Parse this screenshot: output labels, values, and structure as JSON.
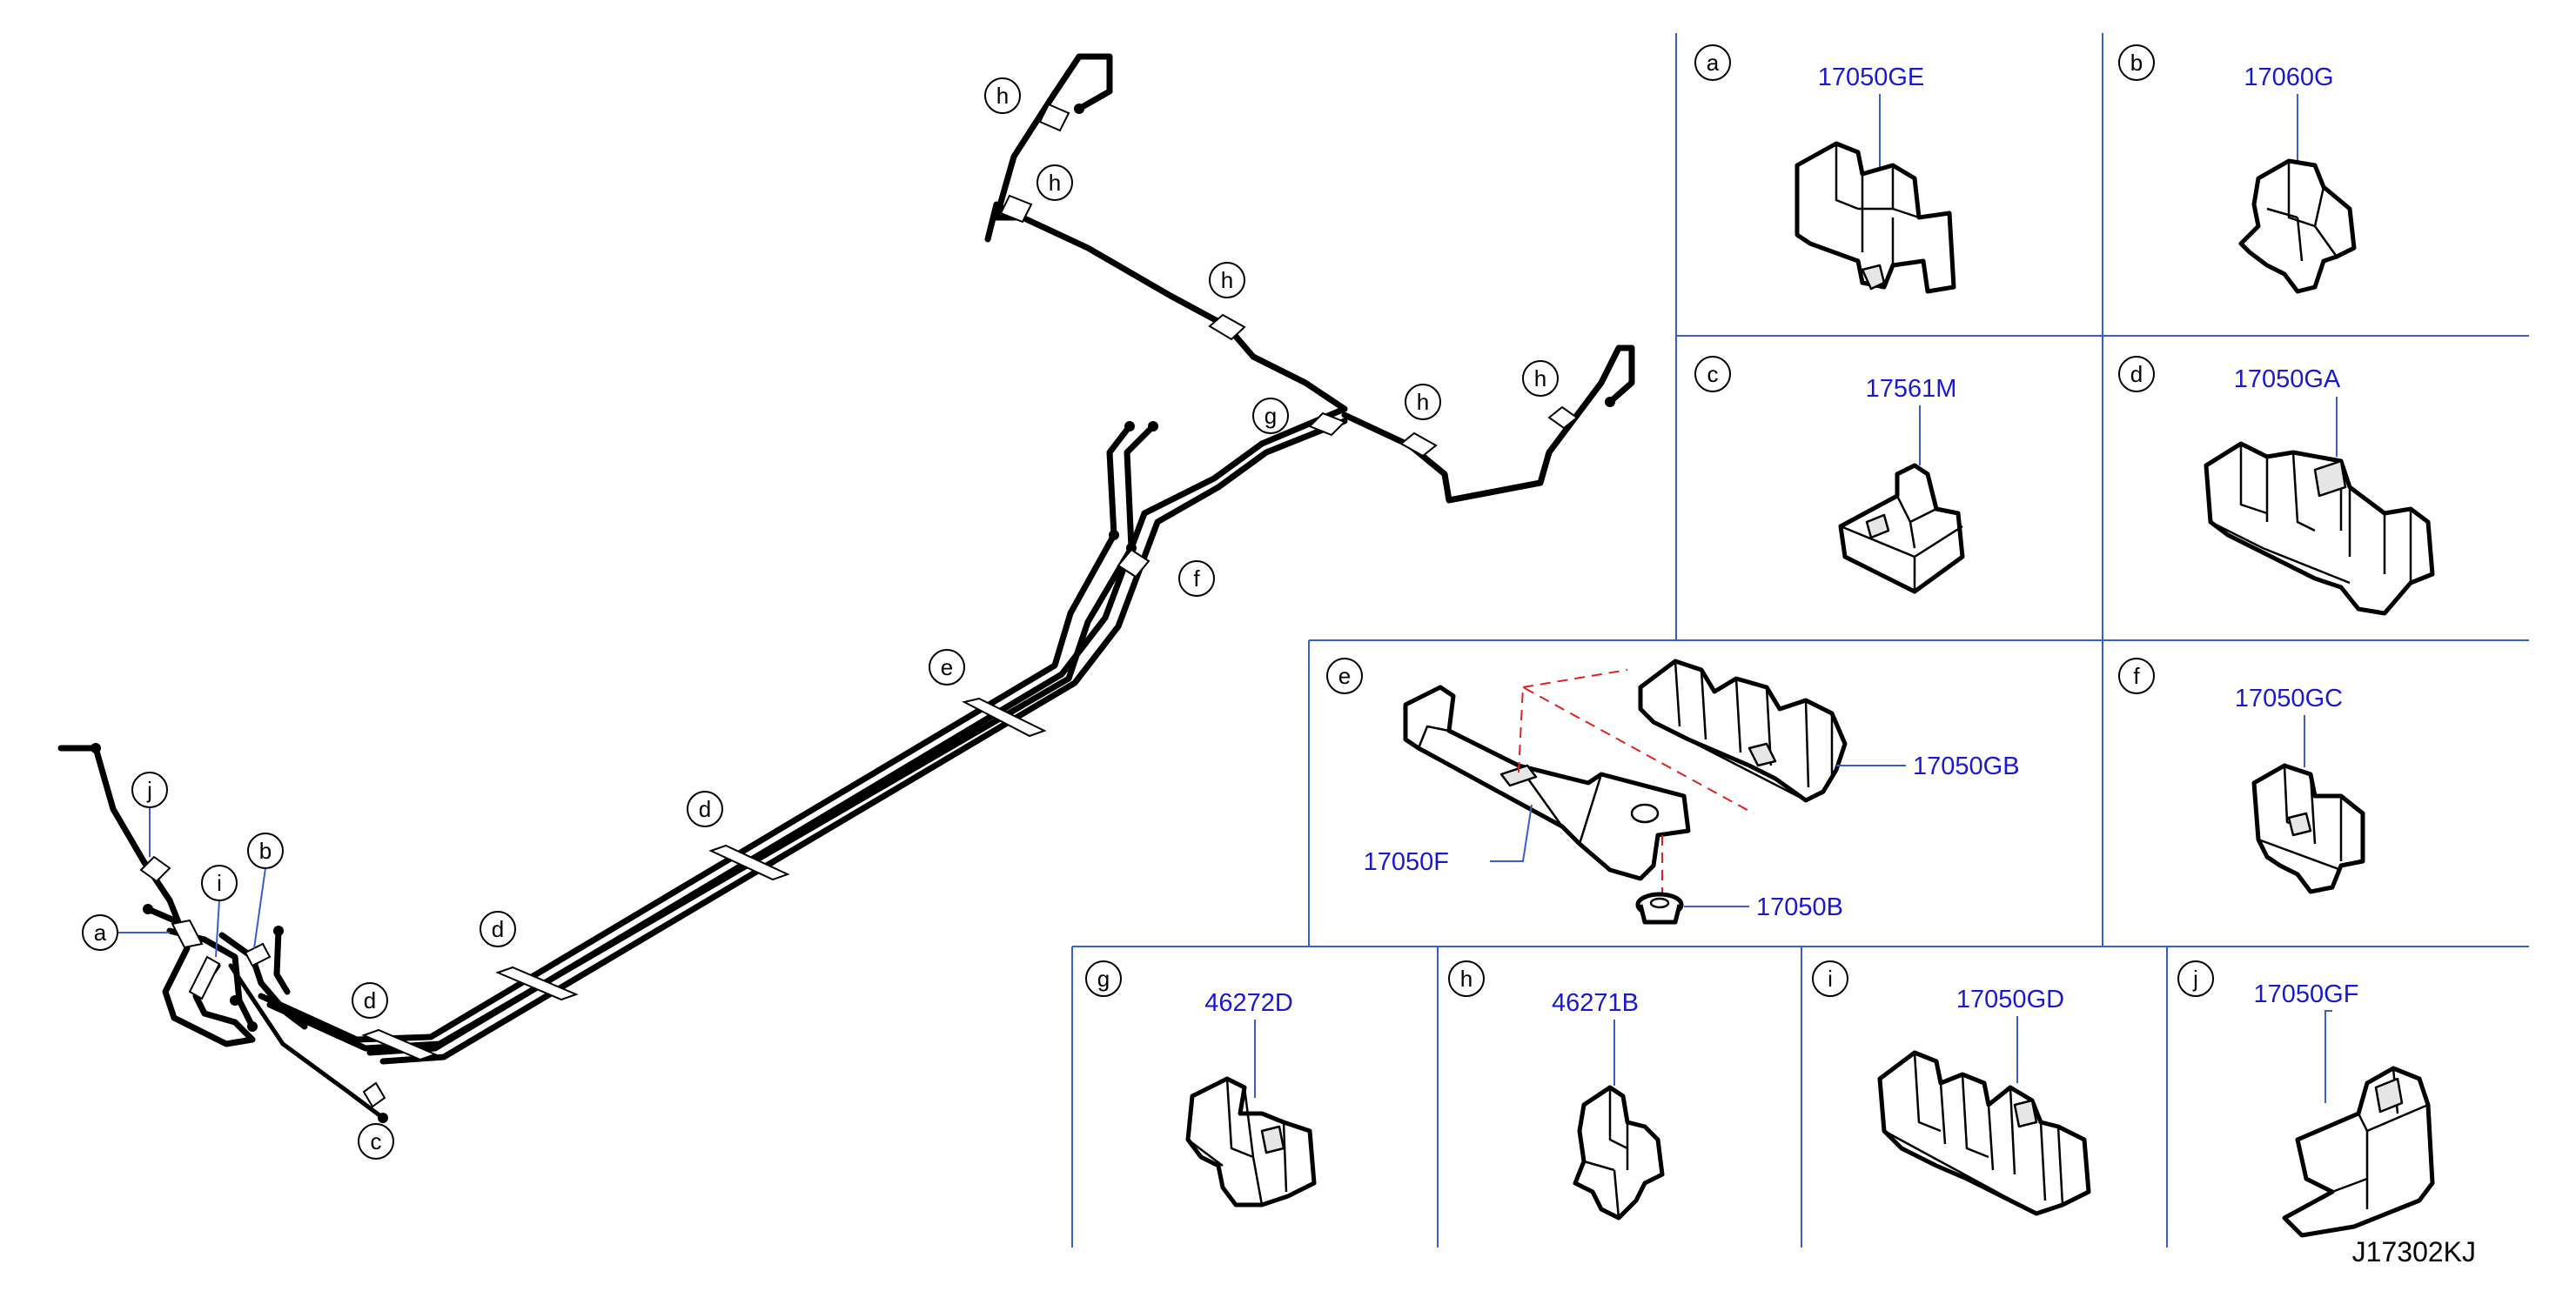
{
  "colors": {
    "part_number": "#1a1acc",
    "grid": "#3a5fc4",
    "line": "#000000",
    "guide": "#e02020"
  },
  "diagram_code": "J17302KJ",
  "panels": [
    {
      "letter": "a",
      "part_number": "17050GE"
    },
    {
      "letter": "b",
      "part_number": "17060G"
    },
    {
      "letter": "c",
      "part_number": "17561M"
    },
    {
      "letter": "d",
      "part_number": "17050GA"
    },
    {
      "letter": "e",
      "part_numbers": [
        "17050GB",
        "17050F",
        "17050B"
      ]
    },
    {
      "letter": "f",
      "part_number": "17050GC"
    },
    {
      "letter": "g",
      "part_number": "46272D"
    },
    {
      "letter": "h",
      "part_number": "46271B"
    },
    {
      "letter": "i",
      "part_number": "17050GD"
    },
    {
      "letter": "j",
      "part_number": "17050GF"
    }
  ],
  "main_callouts": [
    "h",
    "h",
    "h",
    "h",
    "h",
    "g",
    "f",
    "e",
    "d",
    "d",
    "d",
    "j",
    "i",
    "b",
    "a",
    "c"
  ]
}
